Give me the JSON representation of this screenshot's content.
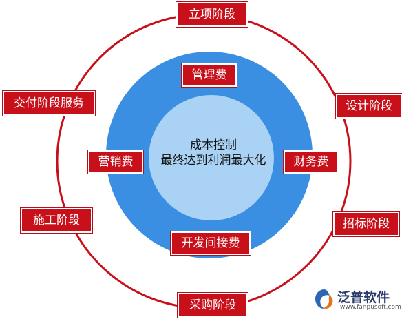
{
  "colors": {
    "outer_ring": "#c8101a",
    "label_fill": "#c8101a",
    "big_circle": "#3a8fe2",
    "inner_circle": "#a9d2f5"
  },
  "center": {
    "line1": "成本控制",
    "line2": "最终达到利润最大化"
  },
  "cost_labels": {
    "management": "管理费",
    "marketing": "营销费",
    "finance": "财务费",
    "development": "开发间接费"
  },
  "stages": {
    "initiation": "立项阶段",
    "design": "设计阶段",
    "bidding": "招标阶段",
    "procurement": "采购阶段",
    "construction": "施工阶段",
    "delivery_service": "交付阶段服务"
  },
  "logo": {
    "name": "泛普软件",
    "url": "www.fanpusoft.com"
  }
}
